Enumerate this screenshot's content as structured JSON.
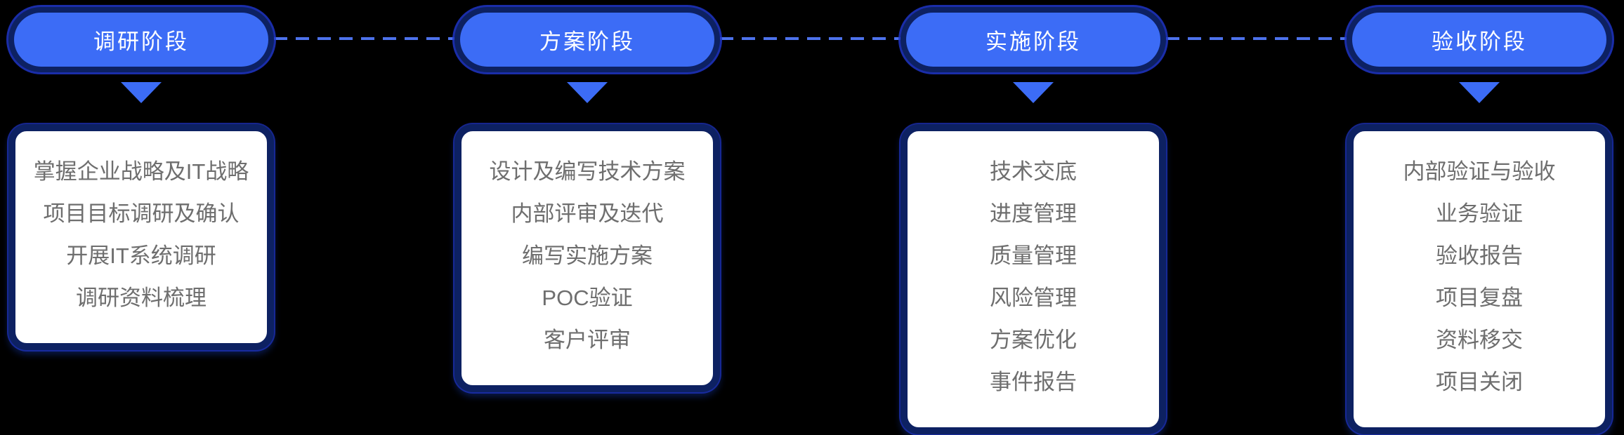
{
  "diagram": {
    "type": "process-flow",
    "background_color": "#000000",
    "colors": {
      "pill_fill": "#3c6cf6",
      "pill_border": "#0d2162",
      "outer_glow": "#1f35c7",
      "card_background": "#ffffff",
      "card_border": "#0d2162",
      "card_text": "#6e6e6e",
      "pill_text": "#ffffff",
      "connector_dash": "#4d72ec",
      "arrow": "#3c6cf6"
    },
    "stages": [
      {
        "label": "调研阶段",
        "items": [
          "掌握企业战略及IT战略",
          "项目目标调研及确认",
          "开展IT系统调研",
          "调研资料梳理"
        ]
      },
      {
        "label": "方案阶段",
        "items": [
          "设计及编写技术方案",
          "内部评审及迭代",
          "编写实施方案",
          "POC验证",
          "客户评审"
        ]
      },
      {
        "label": "实施阶段",
        "items": [
          "技术交底",
          "进度管理",
          "质量管理",
          "风险管理",
          "方案优化",
          "事件报告"
        ]
      },
      {
        "label": "验收阶段",
        "items": [
          "内部验证与验收",
          "业务验证",
          "验收报告",
          "项目复盘",
          "资料移交",
          "项目关闭"
        ]
      }
    ]
  }
}
